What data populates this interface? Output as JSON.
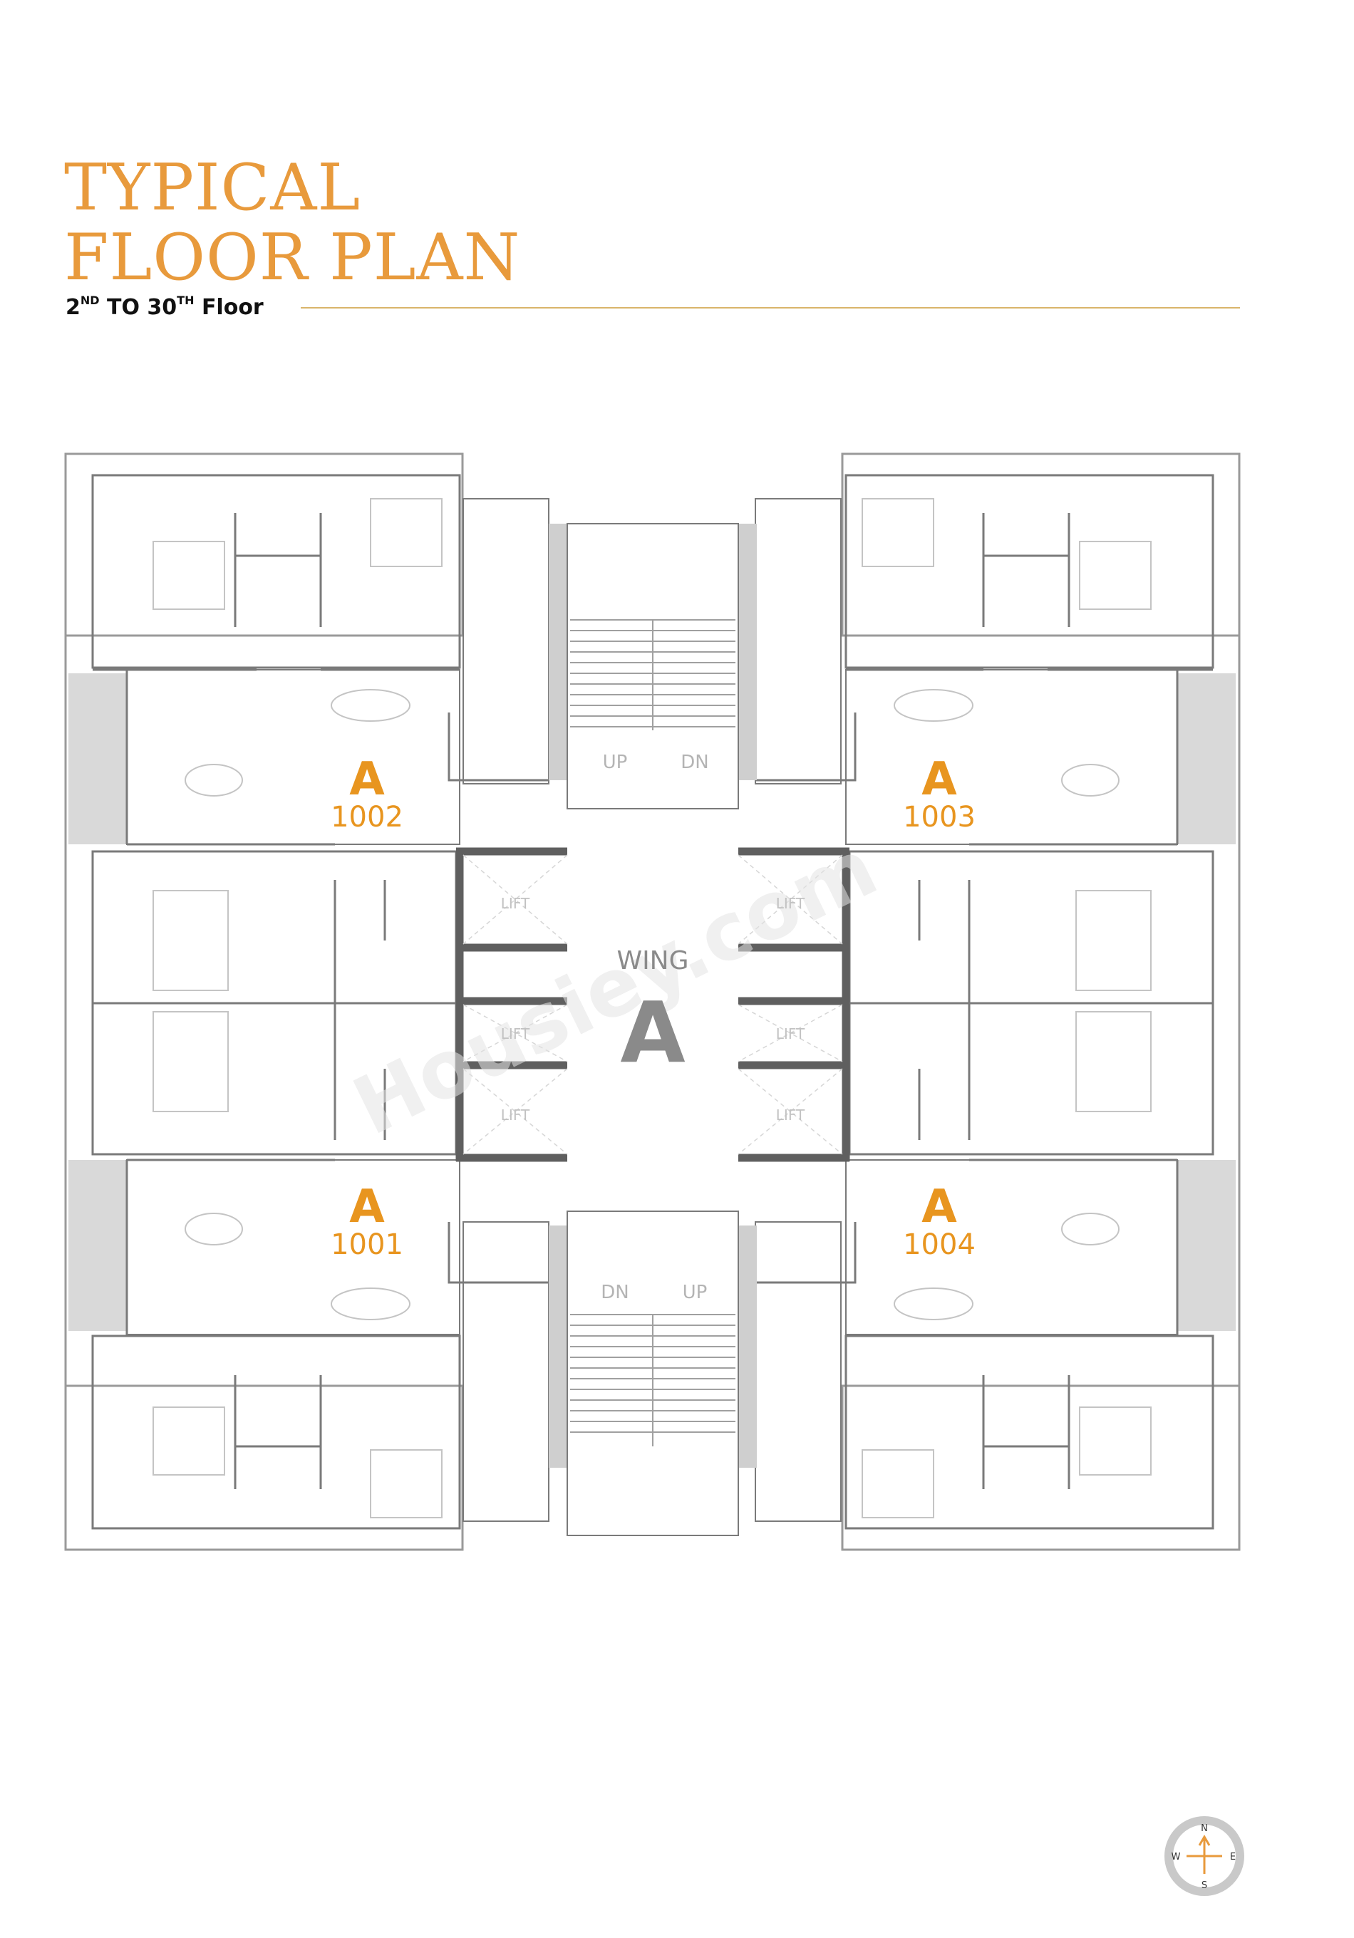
{
  "header": {
    "title_line1": "TYPICAL",
    "title_line2": "FLOOR PLAN",
    "sub_from_num": "2",
    "sub_from_sup": "ND",
    "sub_to": "TO",
    "sub_to_num": "30",
    "sub_to_sup": "TH",
    "sub_floor": "Floor"
  },
  "wing": {
    "label": "WING",
    "letter": "A"
  },
  "units": [
    {
      "letter": "A",
      "number": "1002"
    },
    {
      "letter": "A",
      "number": "1003"
    },
    {
      "letter": "A",
      "number": "1001"
    },
    {
      "letter": "A",
      "number": "1004"
    }
  ],
  "stairs": {
    "top": {
      "left": "UP",
      "right": "DN"
    },
    "bottom": {
      "left": "DN",
      "right": "UP"
    }
  },
  "lifts": [
    "LIFT",
    "LIFT",
    "LIFT",
    "LIFT",
    "LIFT",
    "LIFT"
  ],
  "watermark": "Housiey.com",
  "compass": {
    "n": "N",
    "s": "S",
    "e": "E",
    "w": "W"
  },
  "colors": {
    "accent": "#e8951f",
    "title": "#e89a3c",
    "rule": "#d9b56a",
    "wall": "#6e6e6e",
    "shaft": "#5f5f5f"
  }
}
